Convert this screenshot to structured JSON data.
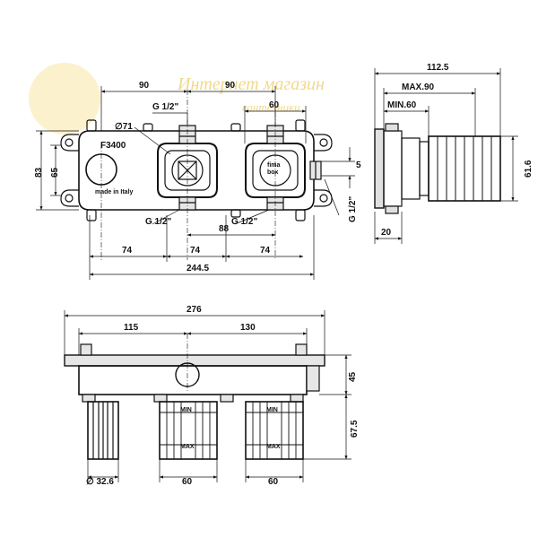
{
  "watermark": {
    "line1": "Интернет магазин",
    "line2": "сантехники"
  },
  "top_view": {
    "model": "F3400",
    "origin": "made in Italy",
    "brand_line1": "fima",
    "brand_line2": "box",
    "dims": {
      "d90_left": "90",
      "d90_right": "90",
      "d60": "60",
      "g_half_top": "G 1/2\"",
      "dia71": "∅71",
      "d83": "83",
      "d65": "65",
      "g_half_bottom_left": "G 1/2\"",
      "g_half_bottom_right": "G 1/2\"",
      "d88": "88",
      "d74_a": "74",
      "d74_b": "74",
      "d74_c": "74",
      "d244_5": "244.5",
      "d5": "5",
      "g_half_side": "G 1/2\""
    }
  },
  "side_view": {
    "dims": {
      "d112_5": "112.5",
      "max90": "MAX.90",
      "min60": "MIN.60",
      "d61_6": "61.6",
      "d20": "20"
    }
  },
  "front_view": {
    "min_label": "MIN",
    "max_label": "MAX",
    "dims": {
      "d276": "276",
      "d115": "115",
      "d130": "130",
      "d45": "45",
      "d67_5": "67.5",
      "dia32_6": "∅ 32.6",
      "d60_left": "60",
      "d60_right": "60"
    }
  }
}
